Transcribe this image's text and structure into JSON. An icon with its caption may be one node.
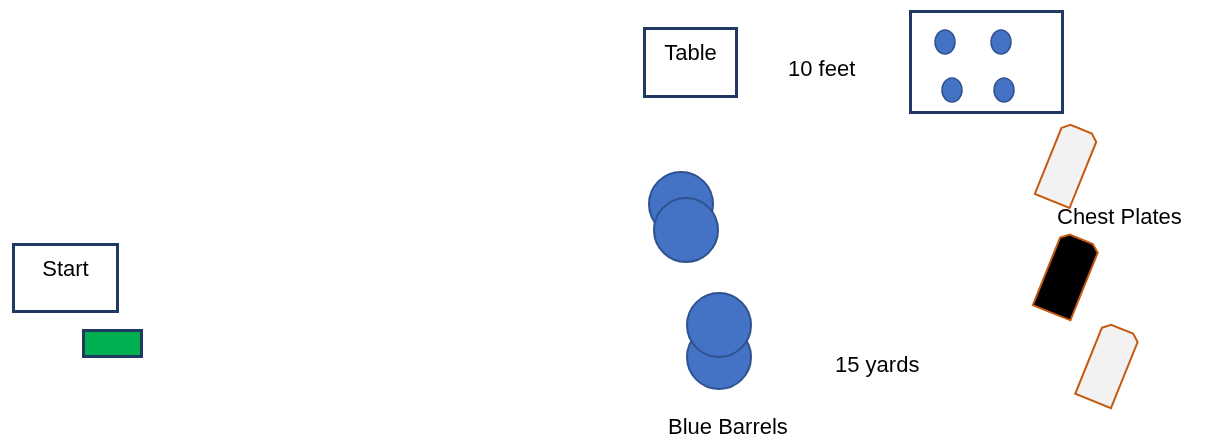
{
  "diagram": {
    "nodes": [
      {
        "text": [],
        "shape": "box"
      },
      {
        "text": [
          "Table"
        ]
      },
      {
        "text": [],
        "shape": "plate"
      },
      {
        "text": [],
        "shape": "circle"
      },
      {
        "text": [],
        "shape": "plate"
      },
      {
        "text": [
          "Start"
        ]
      },
      {
        "text": [],
        "shape": "circle"
      },
      {
        "text": [],
        "shape": "bar"
      },
      {
        "text": [],
        "shape": "plate"
      }
    ],
    "labels": [
      "10 feet",
      "Chest Plates",
      "15 yards",
      "Blue Barrels"
    ]
  }
}
